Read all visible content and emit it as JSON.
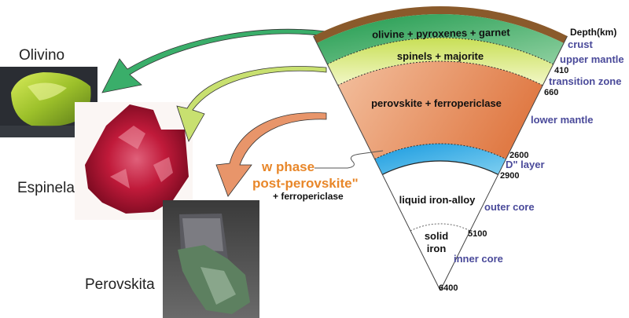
{
  "minerals": [
    {
      "label": "Olivino",
      "layer": "olivine + pyroxenes + garnet",
      "color": "#a8c83a"
    },
    {
      "label": "Espinela",
      "layer": "spinels + majorite",
      "color": "#c01a3a"
    },
    {
      "label": "Perovskita",
      "layer": "perovskite + ferropericlase",
      "color": "#4e6a4e"
    }
  ],
  "earth_section": {
    "depth_header": "Depth(km)",
    "layers": [
      {
        "name": "crust",
        "composition": "",
        "color": "#8a5a2b"
      },
      {
        "name": "upper mantle",
        "composition": "olivine + pyroxenes + garnet",
        "color": "#2fa35c"
      },
      {
        "name": "transition zone",
        "composition": "spinels + majorite",
        "color": "#d6e88a"
      },
      {
        "name": "lower mantle",
        "composition": "perovskite + ferropericlase",
        "color": "#e8875a"
      },
      {
        "name": "D\" layer",
        "composition": "",
        "color": "#2aa7e0"
      },
      {
        "name": "outer core",
        "composition": "liquid iron-alloy",
        "color": "#ffffff"
      },
      {
        "name": "inner core",
        "composition_line1": "solid",
        "composition_line2": "iron",
        "color": "#ffffff"
      }
    ],
    "depths": [
      "410",
      "660",
      "2600",
      "2900",
      "5100",
      "6400"
    ],
    "post_perovskite": {
      "line1": "w phase",
      "line2": "post-perovskite\"",
      "line3": "+ ferropericlase",
      "color": "#e8872a"
    }
  },
  "colors": {
    "zone_label": "#4a4a9a",
    "arrow_green": "#3aae6a",
    "arrow_lime": "#c8e070",
    "arrow_orange": "#e8956a"
  }
}
